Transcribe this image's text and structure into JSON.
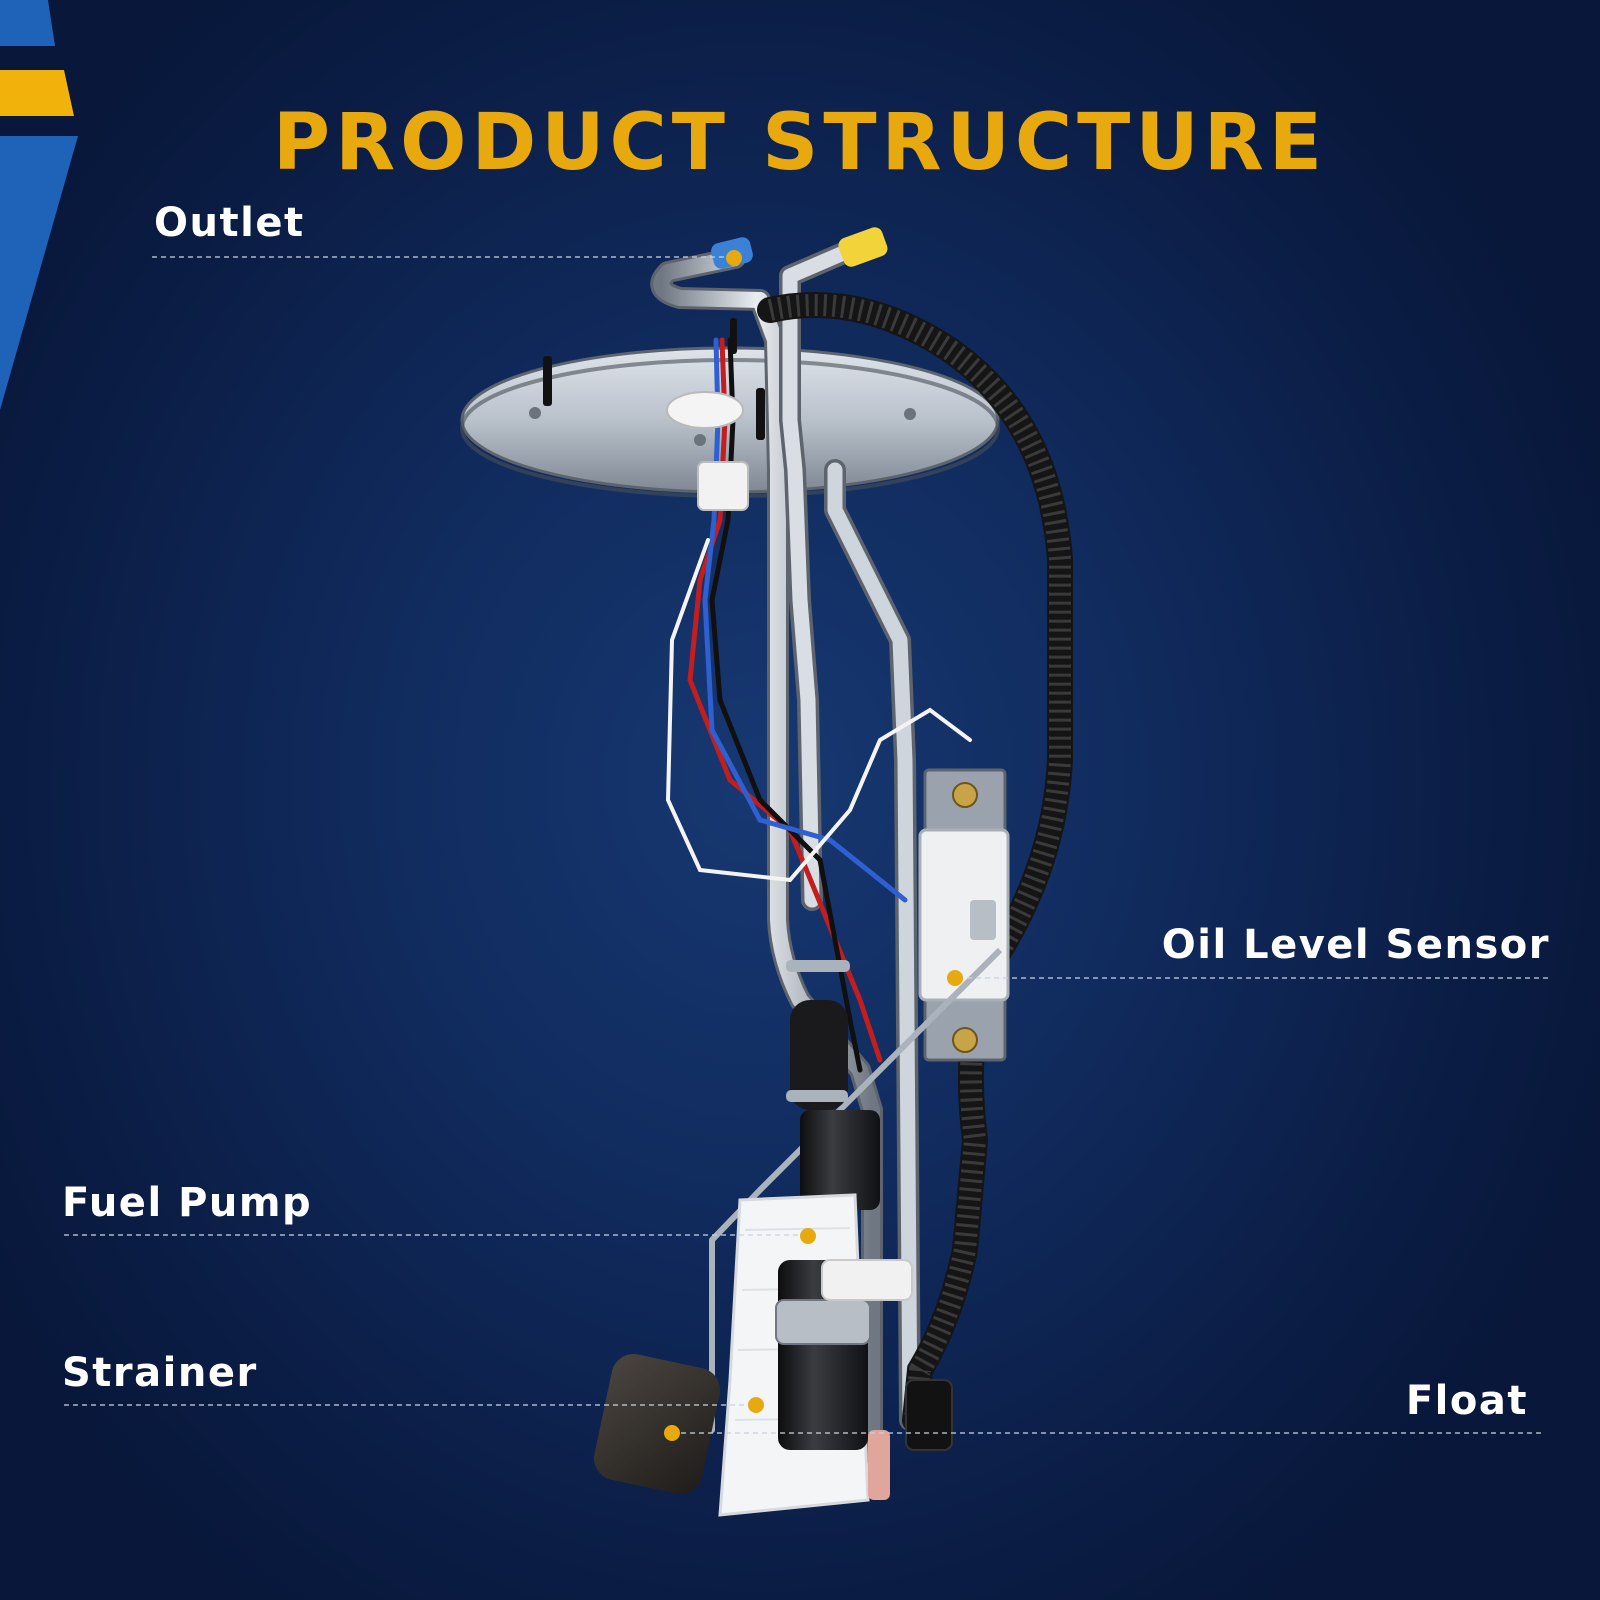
{
  "title": "PRODUCT STRUCTURE",
  "labels": {
    "outlet": "Outlet",
    "oil_level_sensor": "Oil Level Sensor",
    "fuel_pump": "Fuel Pump",
    "strainer": "Strainer",
    "float": "Float"
  },
  "colors": {
    "background": "#0b1d45",
    "title": "#e8a90f",
    "marker_dot": "#e8a90f",
    "corner_blue": "#1f63b8",
    "corner_yellow": "#f0b20b",
    "label_text": "#ffffff"
  }
}
